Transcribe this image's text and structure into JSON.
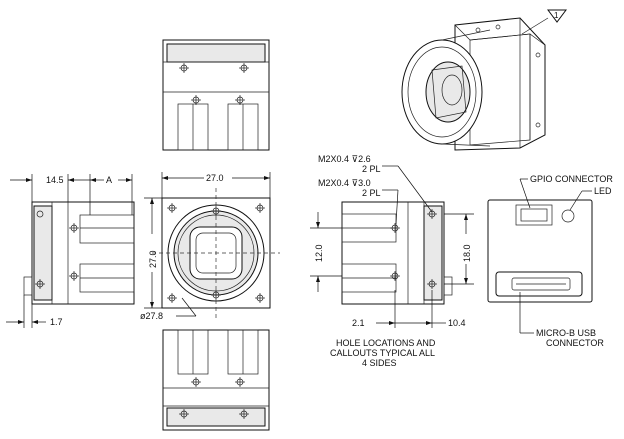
{
  "dimensions": {
    "d_14_5": "14.5",
    "d_A": "A",
    "d_27_top": "27.0",
    "d_27_side": "27.0",
    "d_1_7": "1.7",
    "d_dia": "ø27.8",
    "d_12": "12.0",
    "d_18": "18.0",
    "d_2_1": "2.1",
    "d_10_4": "10.4"
  },
  "callouts": {
    "hole1_line1": "M2X0.4 ⊽2.6",
    "hole1_line2": "2 PL",
    "hole2_line1": "M2X0.4 ⊽3.0",
    "hole2_line2": "2 PL",
    "note_line1": "HOLE LOCATIONS AND",
    "note_line2": "CALLOUTS TYPICAL ALL",
    "note_line3": "4 SIDES",
    "gpio": "GPIO CONNECTOR",
    "led": "LED",
    "usb_line1": "MICRO-B USB",
    "usb_line2": "CONNECTOR",
    "flag": "1"
  }
}
